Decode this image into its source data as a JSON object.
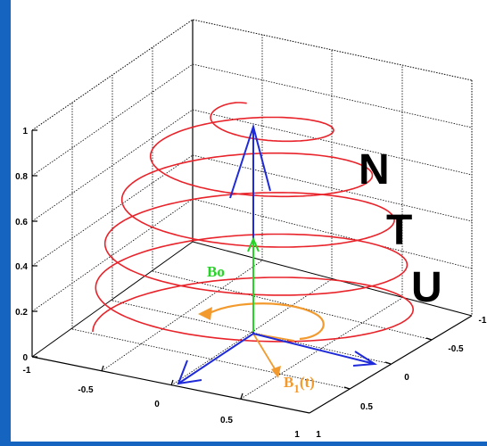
{
  "colors": {
    "frame": "#1565c0",
    "helix": "#e8232a",
    "field_vectors": "#1f2ad9",
    "b0_vector": "#27d327",
    "b1_vector": "#f39a2e",
    "grid": "#000000"
  },
  "labels": {
    "N": "N",
    "T": "T",
    "U": "U",
    "b0": "Bo",
    "b1_main": "B",
    "b1_sub": "1",
    "b1_suffix": "(t)"
  },
  "z_ticks": [
    "0",
    "0.2",
    "0.4",
    "0.6",
    "0.8",
    "1"
  ],
  "left_axis_ticks": [
    "-1",
    "-0.5",
    "0",
    "0.5",
    "1"
  ],
  "right_axis_ticks": [
    "1",
    "0.5",
    "0",
    "-0.5",
    "-1"
  ]
}
